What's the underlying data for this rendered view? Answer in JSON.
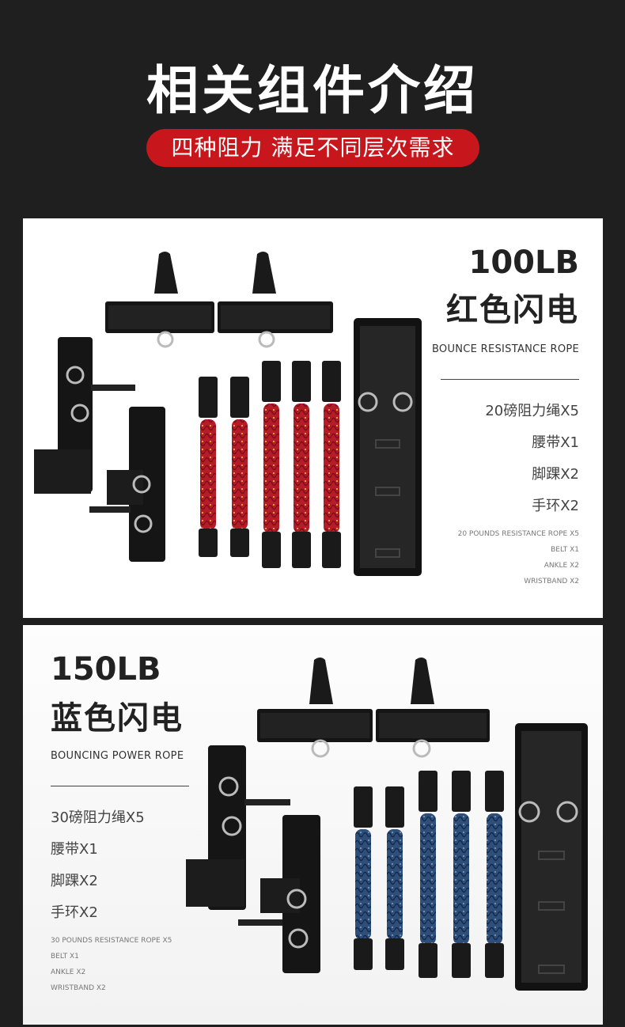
{
  "header": {
    "title": "相关组件介绍",
    "subtitle": "四种阻力 满足不同层次需求"
  },
  "colors": {
    "background": "#1f1f1f",
    "accent_red": "#c8161d",
    "rope_red": "#b51c28",
    "rope_blue": "#2e4f7a"
  },
  "products": [
    {
      "weight": "100LB",
      "name": "红色闪电",
      "english_name": "BOUNCE RESISTANCE ROPE",
      "items": [
        "20磅阻力绳X5",
        "腰带X1",
        "脚踝X2",
        "手环X2"
      ],
      "items_en": [
        "20 POUNDS RESISTANCE ROPE X5",
        "BELT X1",
        "ANKLE X2",
        "WRISTBAND X2"
      ]
    },
    {
      "weight": "150LB",
      "name": "蓝色闪电",
      "english_name": "BOUNCING POWER ROPE",
      "items": [
        "30磅阻力绳X5",
        "腰带X1",
        "脚踝X2",
        "手环X2"
      ],
      "items_en": [
        "30 POUNDS RESISTANCE ROPE X5",
        "BELT X1",
        "ANKLE X2",
        "WRISTBAND X2"
      ]
    }
  ]
}
